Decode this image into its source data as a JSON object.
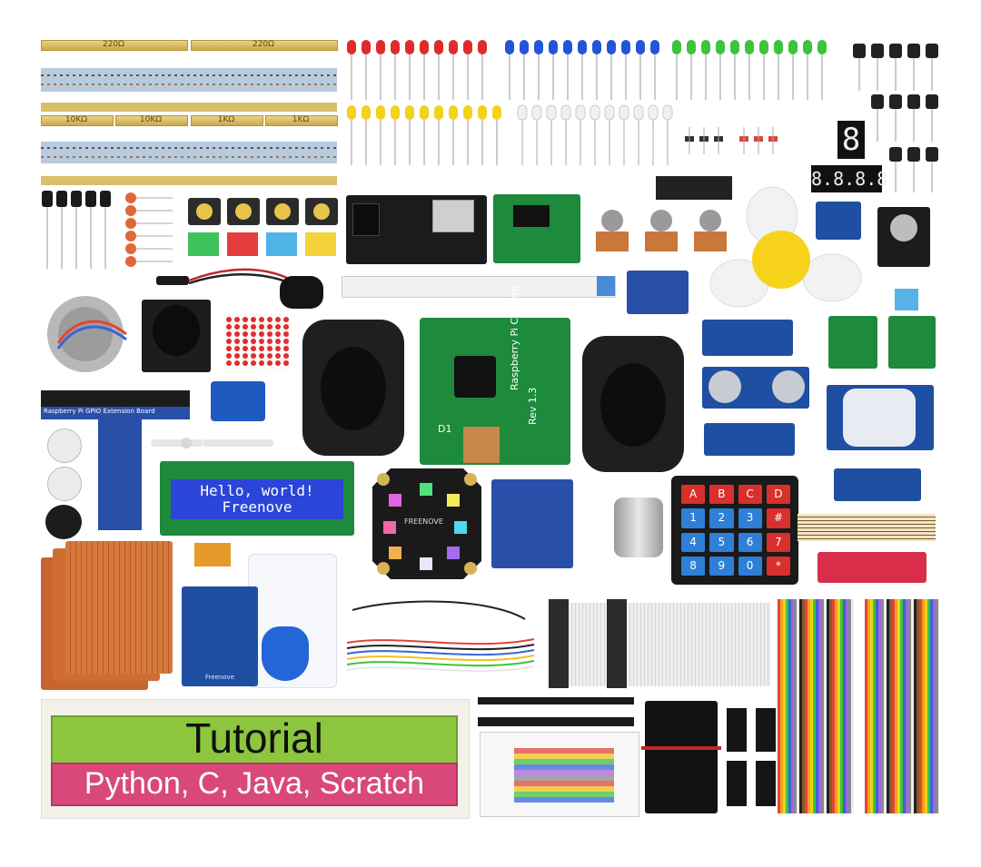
{
  "resistors": {
    "top_labels": [
      "220Ω",
      "220Ω"
    ],
    "bottom_labels": [
      "10KΩ",
      "10KΩ",
      "1KΩ",
      "1KΩ"
    ]
  },
  "gpio_board": {
    "label": "Raspberry Pi GPIO Extension Board"
  },
  "lcd": {
    "line1": "Hello, world!",
    "line2": "Freenove"
  },
  "camera": {
    "label": "Raspberry Pi Camera",
    "rev": "Rev 1.3",
    "d1": "D1"
  },
  "led_module": {
    "brand": "FREENOVE"
  },
  "rfid": {
    "brand": "Freenove"
  },
  "keypad": {
    "keys": [
      "A",
      "B",
      "C",
      "D",
      "1",
      "2",
      "3",
      "#",
      "4",
      "5",
      "6",
      "7",
      "8",
      "9",
      "0",
      "*"
    ]
  },
  "seven_segment": {
    "single": "8",
    "quad": "8.8.8.8"
  },
  "tutorial": {
    "title": "Tutorial",
    "languages": "Python, C, Java, Scratch"
  },
  "colors": {
    "pcb_green": "#1d8a3c",
    "pcb_blue": "#1f4fa3",
    "pcb_red": "#c9302c",
    "proto_board": "#c8642e",
    "lcd_blue": "#2a45d8",
    "tutorial_green": "#8cc63f",
    "tutorial_pink": "#d9487a"
  }
}
